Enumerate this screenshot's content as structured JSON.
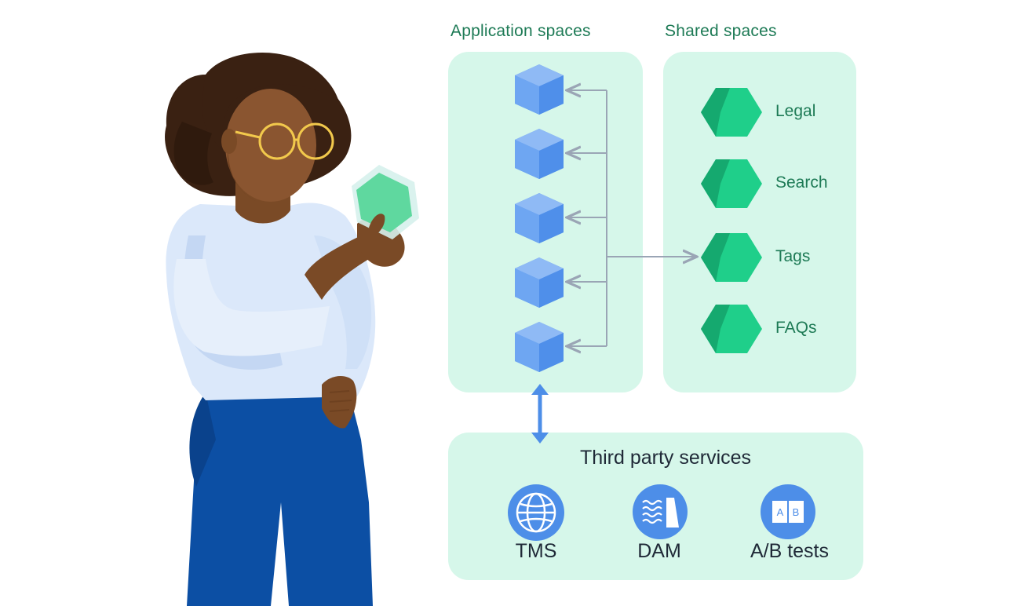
{
  "colors": {
    "heading": "#1d7a55",
    "panel_bg": "#d6f7ea",
    "shared_text": "#1d7a55",
    "app_cube": "#5b9bf0",
    "shared_hex": "#1fcf8a",
    "connector": "#9aa5b5",
    "bidirectional_arrow": "#4d8ee8",
    "service_icon": "#4d8ee8"
  },
  "application_spaces": {
    "title": "Application spaces",
    "cube_count": 5,
    "cube_icon": "cube-icon"
  },
  "shared_spaces": {
    "title": "Shared spaces",
    "items": [
      {
        "label": "Legal",
        "icon": "hexagon-icon"
      },
      {
        "label": "Search",
        "icon": "hexagon-icon"
      },
      {
        "label": "Tags",
        "icon": "hexagon-icon"
      },
      {
        "label": "FAQs",
        "icon": "hexagon-icon"
      }
    ]
  },
  "third_party": {
    "title": "Third party services",
    "services": [
      {
        "label": "TMS",
        "icon": "globe-icon"
      },
      {
        "label": "DAM",
        "icon": "waves-icon"
      },
      {
        "label": "A/B tests",
        "icon": "ab-split-icon",
        "icon_letters": [
          "A",
          "B"
        ]
      }
    ]
  },
  "illustration": {
    "subject": "woman-holding-hexagon"
  }
}
